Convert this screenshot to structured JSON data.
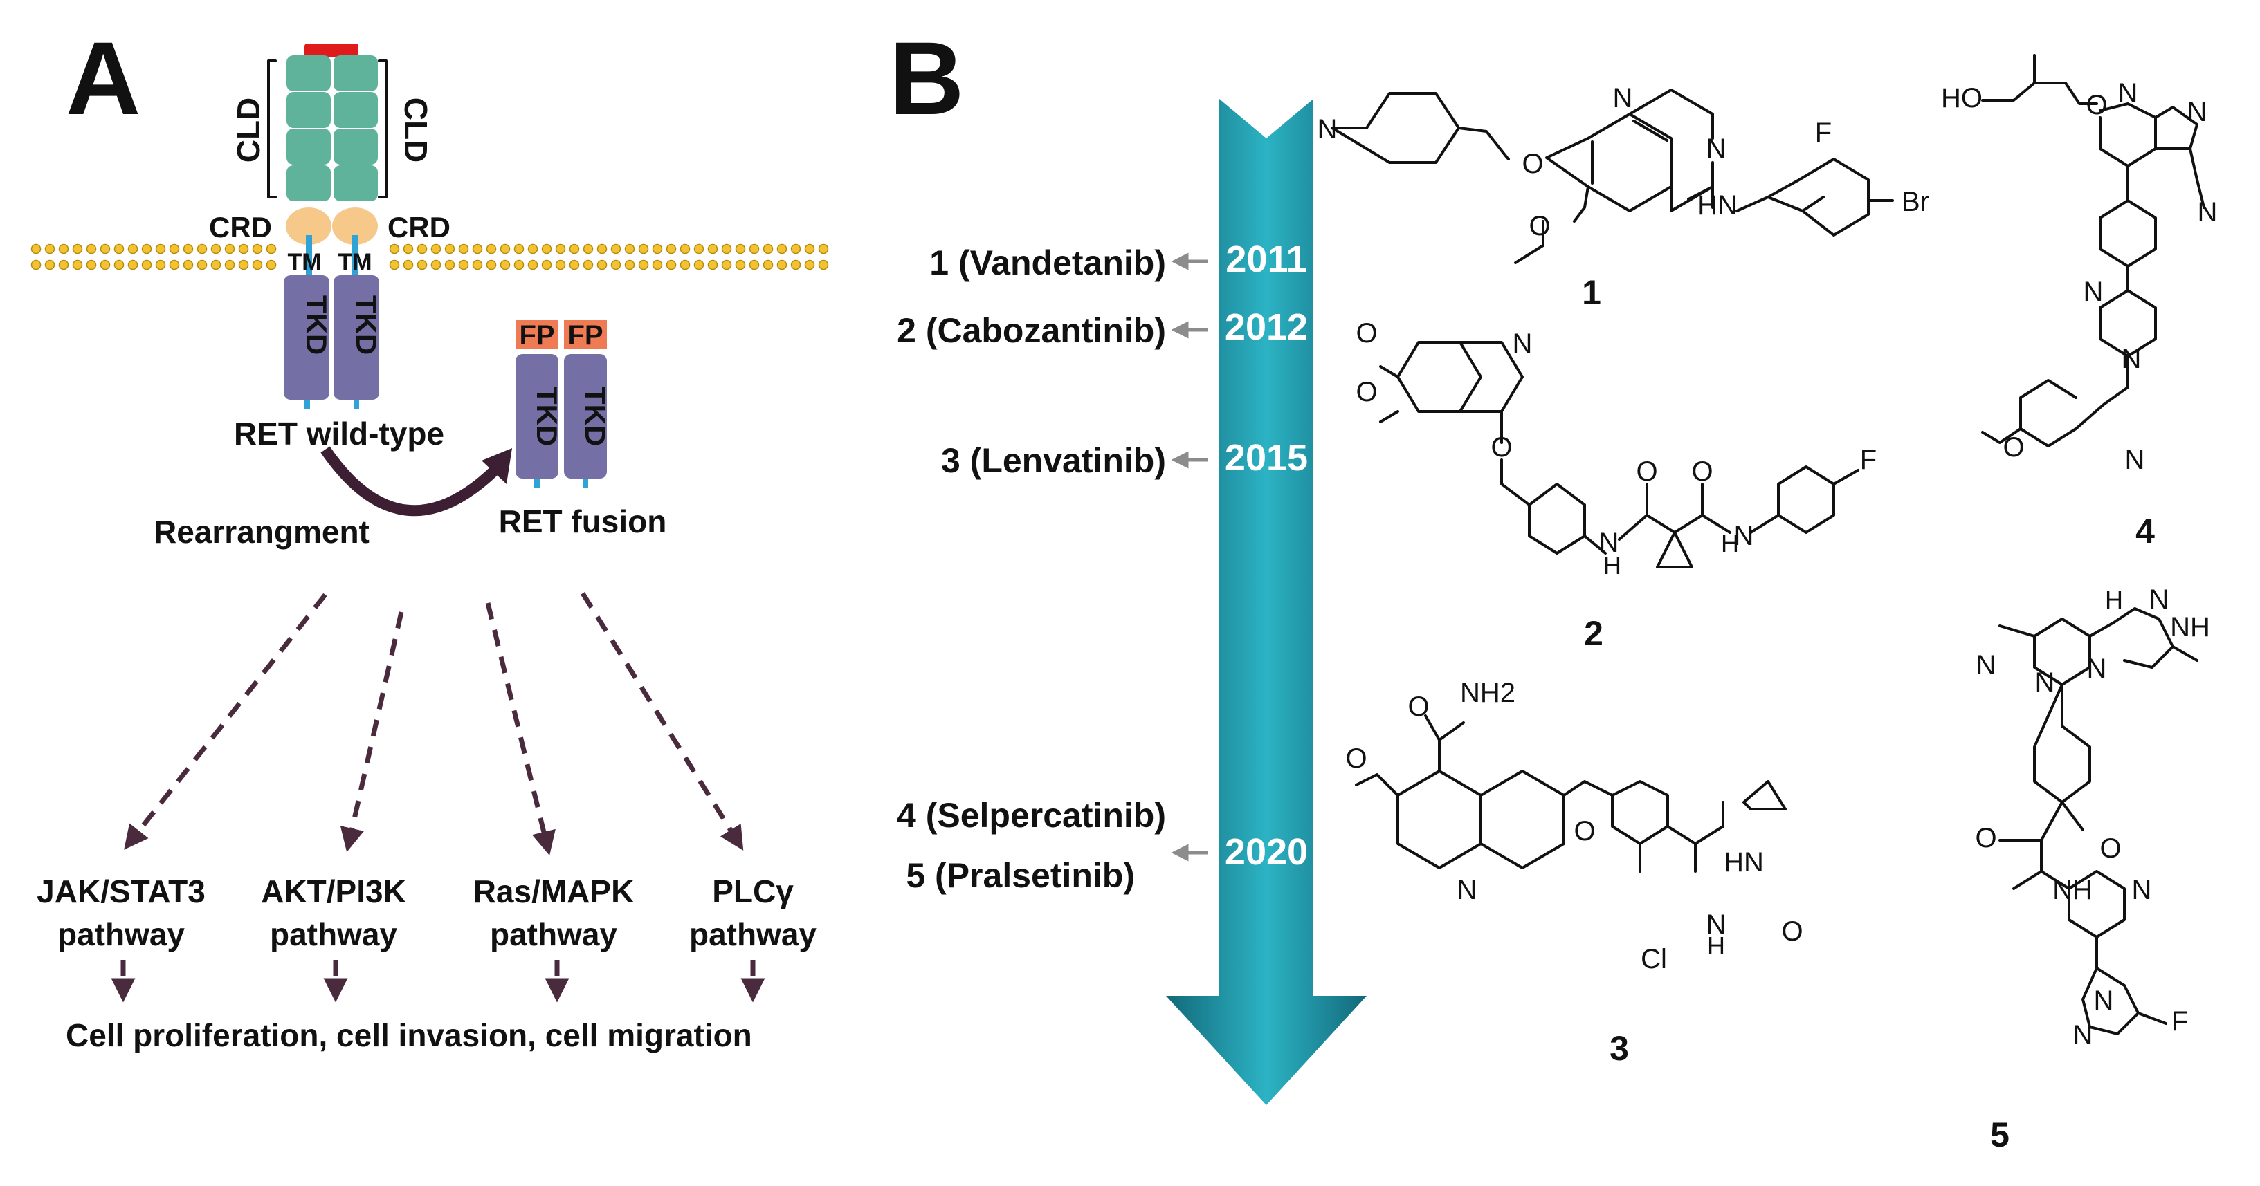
{
  "panels": {
    "a": "A",
    "b": "B"
  },
  "panel_a": {
    "cld_left": "CLD",
    "cld_right": "CLD",
    "crd_left": "CRD",
    "crd_right": "CRD",
    "tm_left": "TM",
    "tm_right": "TM",
    "tkd": "TKD",
    "fp": "FP",
    "wild_type": "RET wild-type",
    "rearrangement": "Rearrangment",
    "fusion": "RET fusion",
    "pathways": [
      {
        "line1": "JAK/STAT3",
        "line2": "pathway"
      },
      {
        "line1": "AKT/PI3K",
        "line2": "pathway"
      },
      {
        "line1": "Ras/MAPK",
        "line2": "pathway"
      },
      {
        "line1": "PLCγ",
        "line2": "pathway"
      }
    ],
    "outcome": "Cell proliferation, cell invasion, cell migration",
    "colors": {
      "cld": "#5fb39b",
      "crd": "#f6c98b",
      "tkd": "#7470a6",
      "fp": "#ee7b54",
      "tm": "#2fa2d6",
      "cap": "#e01b1b",
      "membrane": "#f2c230",
      "arrows": "#4a2a3d"
    }
  },
  "panel_b": {
    "drugs": [
      {
        "label": "1 (Vandetanib)",
        "year": "2011"
      },
      {
        "label": "2 (Cabozantinib)",
        "year": "2012"
      },
      {
        "label": "3 (Lenvatinib)",
        "year": "2015"
      },
      {
        "label": "4 (Selpercatinib)",
        "year": "2020"
      },
      {
        "label": "5 (Pralsetinib)",
        "year": ""
      }
    ],
    "timeline_color": "#1d8fa0",
    "compound_numbers": [
      "1",
      "2",
      "3",
      "4",
      "5"
    ],
    "atoms": {
      "c1": [
        "N",
        "N",
        "O",
        "O",
        "F",
        "HN",
        "Br"
      ],
      "c2": [
        "O",
        "O",
        "N",
        "O",
        "H",
        "N",
        "O",
        "O",
        "H",
        "N",
        "F"
      ],
      "c3": [
        "O",
        "NH2",
        "O",
        "O",
        "N",
        "HN",
        "Cl",
        "H",
        "N",
        "O"
      ],
      "c4": [
        "HO",
        "O",
        "N",
        "N",
        "N",
        "N",
        "N",
        "N",
        "O"
      ],
      "c5": [
        "H",
        "N",
        "N",
        "NH",
        "N",
        "N",
        "O",
        "O",
        "NH",
        "N",
        "N",
        "N",
        "F"
      ]
    }
  }
}
